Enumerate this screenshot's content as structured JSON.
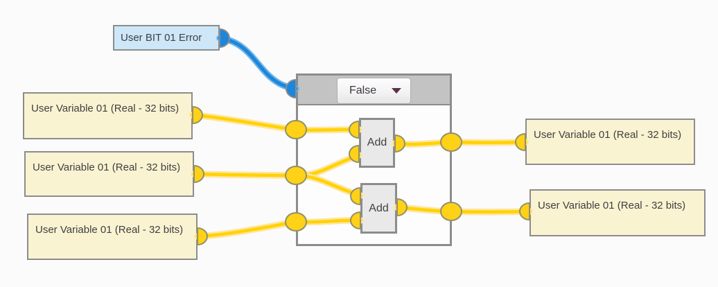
{
  "colors": {
    "canvas-bg": "#fbfbfb",
    "node-cream": "#faf3d2",
    "node-blue": "#cde7f8",
    "node-border": "#8c8c8c",
    "frame-bg": "#fdfdfd",
    "frame-header": "#c3c3c3",
    "op-bg": "#e9e9e9",
    "text": "#3f3f3f",
    "wire-yellow": "#ffd200",
    "wire-yellow-halo": "#ffe59e",
    "wire-blue": "#1b86dc",
    "wire-blue-halo": "#6fb4e6",
    "port-yellow": "#ffd117",
    "port-blue": "#1b86dc",
    "port-border": "#92906c",
    "dropdown-text": "#3f3544",
    "dropdown-arrow": "#5a3148"
  },
  "icons": {
    "condition_dropdown": "chevron-down"
  },
  "nodes": {
    "error_flag": {
      "label": "User BIT 01 Error"
    },
    "inputs": [
      {
        "label": "User Variable 01 (Real - 32 bits)"
      },
      {
        "label": "User Variable 01 (Real - 32 bits)"
      },
      {
        "label": "User Variable 01 (Real - 32 bits)"
      }
    ],
    "outputs": [
      {
        "label": "User Variable 01 (Real - 32 bits)"
      },
      {
        "label": "User Variable 01 (Real - 32 bits)"
      }
    ],
    "frame": {
      "condition_value": "False"
    },
    "operations": [
      {
        "label": "Add"
      },
      {
        "label": "Add"
      }
    ]
  }
}
